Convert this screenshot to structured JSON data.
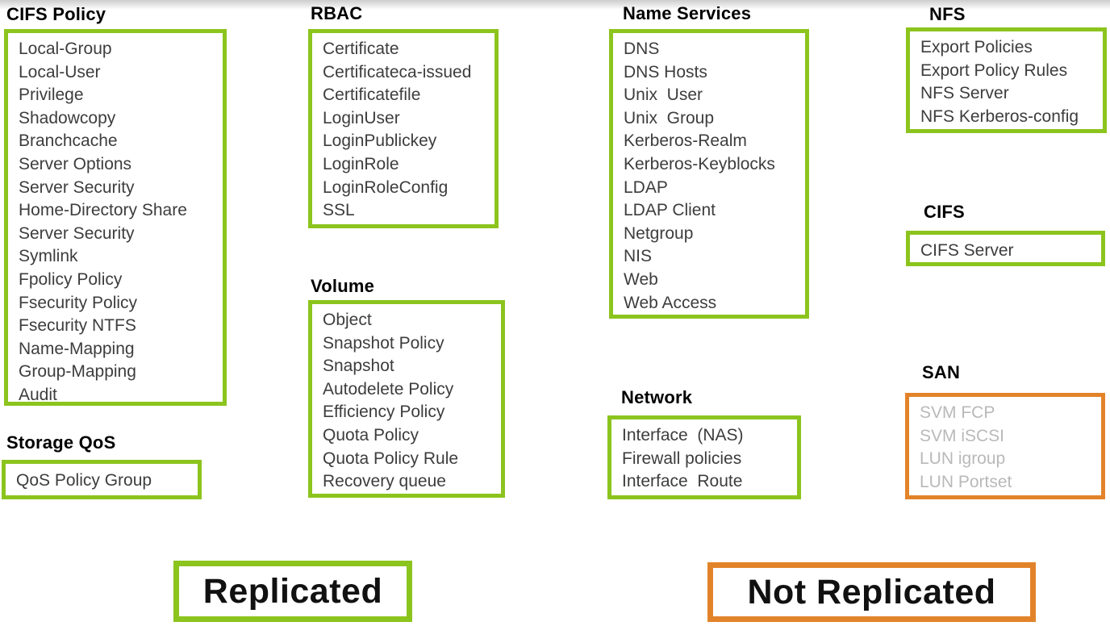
{
  "colors": {
    "replicated_green": "#8CC41E",
    "not_replicated_orange": "#E2832A",
    "heading_text": "#000000",
    "item_text": "#3D3D3D",
    "muted_item_text": "#B9B9B9",
    "legend_text": "#111111",
    "top_band": "#CDCDCD"
  },
  "sections": [
    {
      "id": "cifs-policy",
      "title": "CIFS Policy",
      "status": "replicated",
      "items": [
        "Local-Group",
        "Local-User",
        "Privilege",
        "Shadowcopy",
        "Branchcache",
        "Server Options",
        "Server Security",
        "Home-Directory Share",
        "Server Security",
        "Symlink",
        "Fpolicy Policy",
        "Fsecurity Policy",
        "Fsecurity NTFS",
        "Name-Mapping",
        "Group-Mapping",
        "Audit"
      ]
    },
    {
      "id": "storage-qos",
      "title": "Storage QoS",
      "status": "replicated",
      "items": [
        "QoS Policy Group"
      ]
    },
    {
      "id": "rbac",
      "title": "RBAC",
      "status": "replicated",
      "items": [
        "Certificate",
        "Certificateca-issued",
        "Certificatefile",
        "LoginUser",
        "LoginPublickey",
        "LoginRole",
        "LoginRoleConfig",
        "SSL"
      ]
    },
    {
      "id": "volume",
      "title": "Volume",
      "status": "replicated",
      "items": [
        "Object",
        "Snapshot Policy",
        "Snapshot",
        "Autodelete Policy",
        "Efficiency Policy",
        "Quota Policy",
        "Quota Policy Rule",
        "Recovery queue"
      ]
    },
    {
      "id": "name-services",
      "title": "Name Services",
      "status": "replicated",
      "items": [
        "DNS",
        "DNS Hosts",
        "Unix  User",
        "Unix  Group",
        "Kerberos-Realm",
        "Kerberos-Keyblocks",
        "LDAP",
        "LDAP Client",
        "Netgroup",
        "NIS",
        "Web",
        "Web Access"
      ]
    },
    {
      "id": "network",
      "title": "Network",
      "status": "replicated",
      "items": [
        "Interface  (NAS)",
        "Firewall policies",
        "Interface  Route"
      ]
    },
    {
      "id": "nfs",
      "title": "NFS",
      "status": "replicated",
      "items": [
        "Export Policies",
        "Export Policy Rules",
        "NFS Server",
        "NFS Kerberos-config"
      ]
    },
    {
      "id": "cifs",
      "title": "CIFS",
      "status": "replicated",
      "items": [
        "CIFS Server"
      ]
    },
    {
      "id": "san",
      "title": "SAN",
      "status": "not_replicated",
      "items": [
        "SVM FCP",
        "SVM iSCSI",
        "LUN igroup",
        "LUN Portset"
      ]
    }
  ],
  "legend": {
    "replicated_label": "Replicated",
    "not_replicated_label": "Not Replicated"
  }
}
